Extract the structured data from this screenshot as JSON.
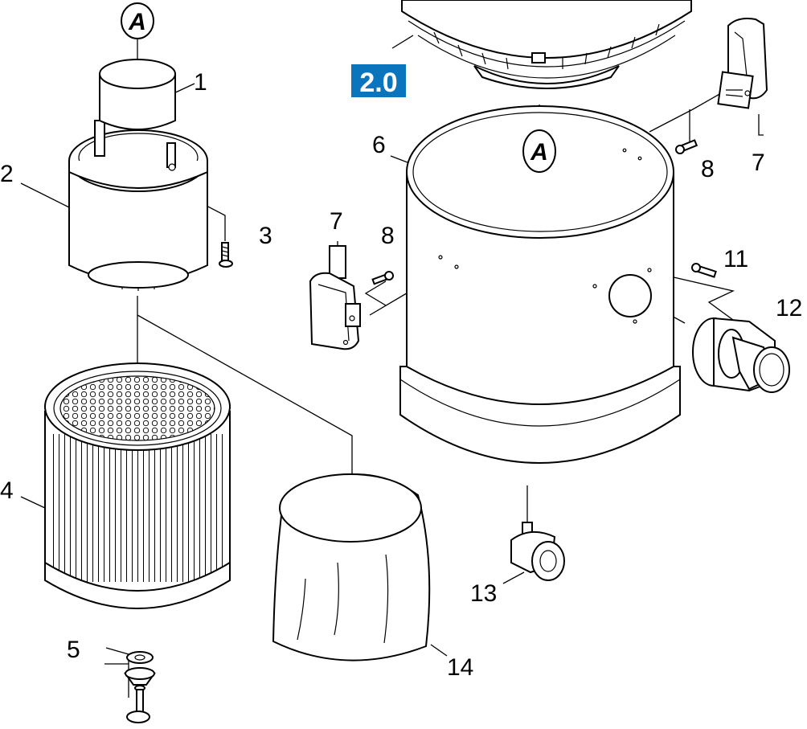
{
  "diagram": {
    "badge": {
      "label": "2.0",
      "color": "#0a75bc"
    },
    "markers": [
      {
        "id": "top",
        "letter": "A"
      },
      {
        "id": "center",
        "letter": "A"
      }
    ],
    "callouts": [
      {
        "id": "1",
        "label": "1"
      },
      {
        "id": "2",
        "label": "2"
      },
      {
        "id": "3",
        "label": "3"
      },
      {
        "id": "4",
        "label": "4"
      },
      {
        "id": "5",
        "label": "5"
      },
      {
        "id": "6",
        "label": "6"
      },
      {
        "id": "7a",
        "label": "7"
      },
      {
        "id": "7b",
        "label": "7"
      },
      {
        "id": "8a",
        "label": "8"
      },
      {
        "id": "8b",
        "label": "8"
      },
      {
        "id": "11",
        "label": "11"
      },
      {
        "id": "12",
        "label": "12"
      },
      {
        "id": "13",
        "label": "13"
      },
      {
        "id": "14",
        "label": "14"
      }
    ]
  }
}
